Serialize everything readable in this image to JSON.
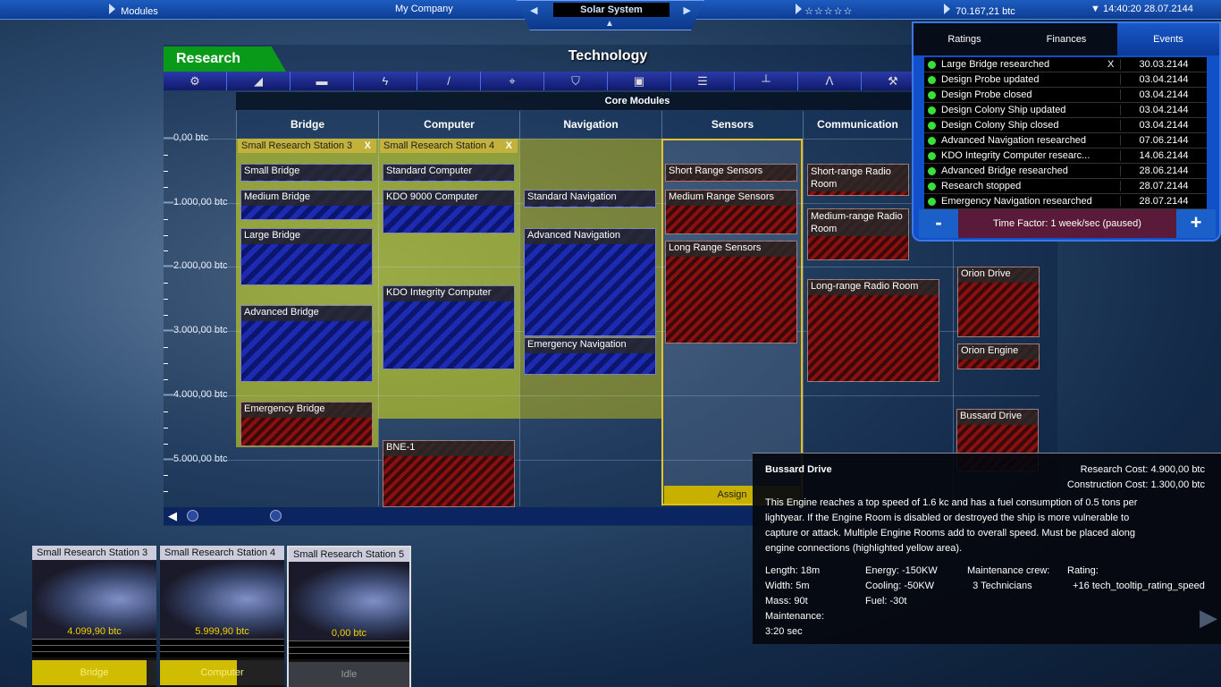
{
  "topbar": {
    "modules": "Modules",
    "company": "My Company",
    "solar_system": "Solar System",
    "rating_stars": 0,
    "money": "70.167,21 btc",
    "datetime": "14:40:20 28.07.2144"
  },
  "research": {
    "tab": "Research",
    "title": "Technology",
    "core_modules": "Core Modules",
    "toolbar_icons": [
      "gear-icon",
      "hull-icon",
      "cannon-icon",
      "energy-icon",
      "tool-icon",
      "target-icon",
      "shield-icon",
      "cargo-icon",
      "storage-icon",
      "network-icon",
      "engine-icon",
      "crossed-tools-icon"
    ],
    "columns": [
      "Bridge",
      "Computer",
      "Navigation",
      "Sensors",
      "Communication",
      ""
    ],
    "y_axis": [
      "0,00 btc",
      "1.000,00 btc",
      "2.000,00 btc",
      "3.000,00 btc",
      "4.000,00 btc",
      "5.000,00 btc"
    ],
    "station_headers": [
      {
        "label": "Small Research Station 3",
        "close": "X"
      },
      {
        "label": "Small Research Station 4",
        "close": "X"
      }
    ],
    "assign": "Assign",
    "modules": [
      {
        "name": "Small Bridge"
      },
      {
        "name": "Medium Bridge"
      },
      {
        "name": "Large Bridge"
      },
      {
        "name": "Advanced Bridge"
      },
      {
        "name": "Emergency Bridge"
      },
      {
        "name": "Standard Computer"
      },
      {
        "name": "KDO 9000 Computer"
      },
      {
        "name": "KDO Integrity Computer"
      },
      {
        "name": "BNE-1"
      },
      {
        "name": "Standard Navigation"
      },
      {
        "name": "Advanced Navigation"
      },
      {
        "name": "Emergency Navigation"
      },
      {
        "name": "Short Range Sensors"
      },
      {
        "name": "Medium Range Sensors"
      },
      {
        "name": "Long Range Sensors"
      },
      {
        "name": "Short-range Radio Room"
      },
      {
        "name": "Medium-range Radio Room"
      },
      {
        "name": "Long-range Radio Room"
      },
      {
        "name": "Orion Drive"
      },
      {
        "name": "Orion Engine"
      },
      {
        "name": "Bussard Drive"
      }
    ]
  },
  "events": {
    "tabs": [
      "Ratings",
      "Finances",
      "Events"
    ],
    "active_tab": "Events",
    "items": [
      {
        "text": "Large Bridge researched",
        "close": "X",
        "date": "30.03.2144"
      },
      {
        "text": "Design Probe updated",
        "date": "03.04.2144"
      },
      {
        "text": "Design Probe closed",
        "date": "03.04.2144"
      },
      {
        "text": "Design Colony Ship updated",
        "date": "03.04.2144"
      },
      {
        "text": "Design Colony Ship closed",
        "date": "03.04.2144"
      },
      {
        "text": "Advanced Navigation researched",
        "date": "07.06.2144"
      },
      {
        "text": "KDO Integrity Computer researc...",
        "date": "14.06.2144"
      },
      {
        "text": "Advanced Bridge researched",
        "date": "28.06.2144"
      },
      {
        "text": "Research stopped",
        "date": "28.07.2144"
      },
      {
        "text": "Emergency Navigation researched",
        "date": "28.07.2144"
      }
    ],
    "minus": "-",
    "plus": "+",
    "time_factor": "Time Factor: 1 week/sec (paused)"
  },
  "tooltip": {
    "title": "Bussard Drive",
    "research_cost": "Research Cost: 4.900,00 btc",
    "construction_cost": "Construction Cost: 1.300,00 btc",
    "description": "This Engine reaches a top speed of 1.6 kc and has a fuel consumption of 0.5 tons per lightyear. If the Engine Room is disabled or destroyed the ship  is more vulnerable to capture or attack. Multiple Engine Rooms add to overall speed. Must be placed along engine connections (highlighted yellow area).",
    "col1": [
      "Length: 18m",
      "Width: 5m",
      "Mass: 90t",
      "Maintenance:",
      "3:20 sec"
    ],
    "col2": [
      "Energy: -150KW",
      "Cooling: -50KW",
      "Fuel: -30t"
    ],
    "col3": [
      "Maintenance crew:",
      "  3 Technicians"
    ],
    "col4": [
      "Rating:",
      "  +16 tech_tooltip_rating_speed"
    ]
  },
  "stations": [
    {
      "name": "Small Research Station 3",
      "cost": "4.099,90 btc",
      "task": "Bridge",
      "progress_pct": 92
    },
    {
      "name": "Small Research Station 4",
      "cost": "5.999,90 btc",
      "task": "Computer",
      "progress_pct": 62
    },
    {
      "name": "Small Research Station 5",
      "cost": "0,00 btc",
      "task": "Idle",
      "progress_pct": 0
    }
  ],
  "colors": {
    "accent_green": "#0a9a1a",
    "highlight_yellow": "#dce614",
    "event_dot": "#3ae03a",
    "cost_yellow": "#f0d000"
  }
}
